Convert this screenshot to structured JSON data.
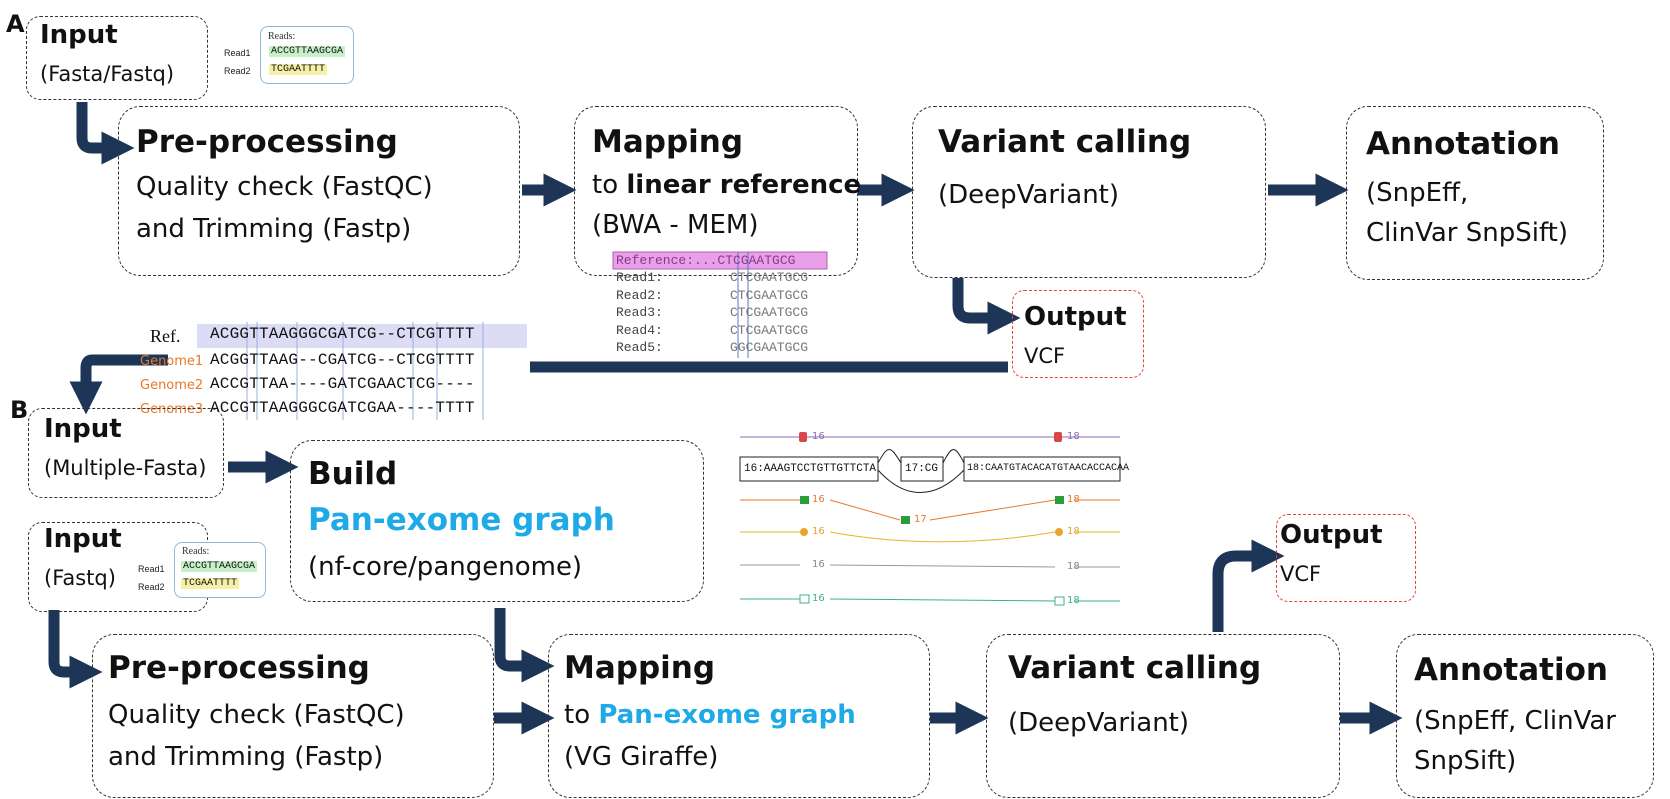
{
  "panel_a": {
    "letter": "A",
    "input": {
      "title": "Input",
      "sub": "(Fasta/Fastq)"
    },
    "reads_box": {
      "title": "Reads:",
      "read1_label": "Read1",
      "read1_seq": "ACCGTTAAGCGA",
      "read2_label": "Read2",
      "read2_seq": "TCGAATTTT"
    },
    "preprocessing": {
      "title": "Pre-processing",
      "line1": "Quality check (FastQC)",
      "line2": "and Trimming (Fastp)"
    },
    "mapping": {
      "title": "Mapping",
      "line1_prefix": "to ",
      "line1_bold": "linear reference",
      "line2": "(BWA - MEM)"
    },
    "alignment": {
      "reference": "Reference:...CTCGAATGCG",
      "rows": [
        {
          "label": "Read1:",
          "seq": "CTCGAATGCG"
        },
        {
          "label": "Read2:",
          "seq": "CTCGAATGCG"
        },
        {
          "label": "Read3:",
          "seq": "CTCGAATGCG"
        },
        {
          "label": "Read4:",
          "seq": "CTCGAATGCG"
        },
        {
          "label": "Read5:",
          "seq": "GGCGAATGCG"
        }
      ]
    },
    "variant_calling": {
      "title": "Variant calling",
      "line1": "(DeepVariant)"
    },
    "annotation": {
      "title": "Annotation",
      "line1": "(SnpEff,",
      "line2": "ClinVar SnpSift)"
    },
    "output": {
      "title": "Output",
      "sub": "VCF"
    }
  },
  "msa": {
    "ref_label": "Ref.",
    "ref_seq": "ACGGTTAAGGGCGATCG--CTCGTTTT",
    "rows": [
      {
        "label": "Genome1",
        "seq": "ACGGTTAAG--CGATCG--CTCGTTTT"
      },
      {
        "label": "Genome2",
        "seq": "ACCGTTAA----GATCGAACTCG----"
      },
      {
        "label": "Genome3",
        "seq": "ACCGTTAAGGGCGATCGAA----TTTT"
      }
    ]
  },
  "panel_b": {
    "letter": "B",
    "input_fasta": {
      "title": "Input",
      "sub": "(Multiple-Fasta)"
    },
    "build": {
      "title": "Build",
      "line1": "Pan-exome graph",
      "line2": "(nf-core/pangenome)"
    },
    "input_fastq": {
      "title": "Input",
      "sub": "(Fastq)"
    },
    "reads_box": {
      "title": "Reads:",
      "read1_label": "Read1",
      "read1_seq": "ACCGTTAAGCGA",
      "read2_label": "Read2",
      "read2_seq": "TCGAATTTT"
    },
    "graph": {
      "node_top_left": "16:AAAGTCCTGTTGTTCTA",
      "node_top_mid": "17:CG",
      "node_top_right": "18:CAATGTACACATGTAACACCACAA",
      "n16": "16",
      "n17": "17",
      "n18": "18"
    },
    "preprocessing": {
      "title": "Pre-processing",
      "line1": "Quality check (FastQC)",
      "line2": "and Trimming (Fastp)"
    },
    "mapping": {
      "title": "Mapping",
      "line1_prefix": "to ",
      "line1_colored": "Pan-exome graph",
      "line2": "(VG Giraffe)"
    },
    "variant_calling": {
      "title": "Variant calling",
      "line1": "(DeepVariant)"
    },
    "annotation": {
      "title": "Annotation",
      "line1": "(SnpEff, ClinVar",
      "line2": "SnpSift)"
    },
    "output": {
      "title": "Output",
      "sub": "VCF"
    }
  },
  "colors": {
    "arrow": "#1d3557",
    "cyan": "#1eaae7",
    "output_border": "#e8413c",
    "genome_label": "#e8782a",
    "ref_highlight": "#dcdcf5"
  }
}
